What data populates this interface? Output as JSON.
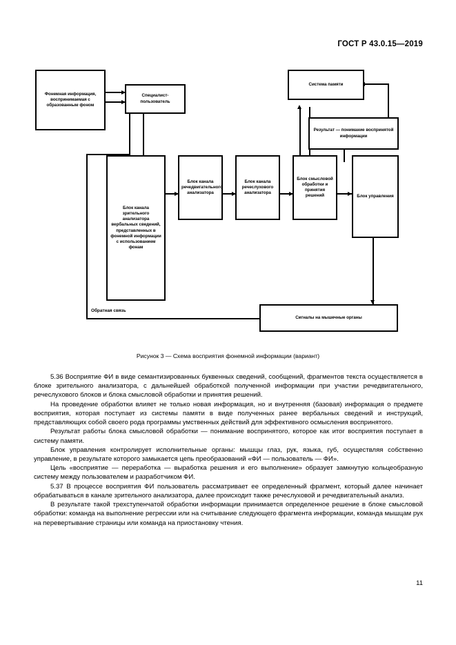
{
  "header": {
    "standard_id": "ГОСТ Р 43.0.15—2019"
  },
  "figure": {
    "caption": "Рисунок 3 — Схема восприятия фонемной информации (вариант)",
    "feedback_label": "Обратная связь",
    "nodes": [
      {
        "id": "phonemic-info",
        "label": "Фонемная информация, воспринимаемая с образованным фоном"
      },
      {
        "id": "specialist-user",
        "label": "Специалист-пользователь"
      },
      {
        "id": "memory-system",
        "label": "Система памяти"
      },
      {
        "id": "result-understanding",
        "label": "Результат — понимание воспринятой информации"
      },
      {
        "id": "visual-analyzer",
        "label": "Блок канала зрительного анализатора вербальных сведений, представленных в фонемной информации с использованием фонам"
      },
      {
        "id": "speech-motor",
        "label": "Блок канала речедвигательного анализатора"
      },
      {
        "id": "speech-auditory",
        "label": "Блок канала речеслухового анализатора"
      },
      {
        "id": "semantic-processing",
        "label": "Блок смысловой обработки и принятия решений"
      },
      {
        "id": "control-block",
        "label": "Блок управления"
      },
      {
        "id": "muscle-signals",
        "label": "Сигналы на мышечные органы"
      }
    ]
  },
  "body": {
    "paragraphs": [
      "5.36 Восприятие ФИ в виде семантизированных буквенных сведений, сообщений, фрагментов текста осуществляется в блоке зрительного анализатора, с дальнейшей обработкой полученной информации при участии речедвигательного, речеслухового блоков и блока смысловой обработки и принятия решений.",
      "На проведение обработки влияет не только новая информация, но и внутренняя (базовая) информация о предмете восприятия, которая поступает из системы памяти в виде полученных ранее вербальных сведений и инструкций, представляющих собой своего рода программы умственных действий для эффективного осмысления воспринятого.",
      "Результат работы блока смысловой обработки — понимание воспринятого, которое как итог восприятия поступает в систему памяти.",
      "Блок управления контролирует исполнительные органы: мышцы глаз, рук, языка, губ, осуществляя собственно управление, в результате которого замыкается цепь преобразований «ФИ — пользователь — ФИ».",
      "Цель «восприятие — переработка — выработка решения и его выполнение» образует замкнутую кольцеобразную систему между пользователем и разработчиком ФИ.",
      "5.37 В процессе восприятия ФИ пользователь рассматривает ее определенный фрагмент, который далее начинает обрабатываться в канале зрительного анализатора, далее происходит также речеслуховой и речедвигательный анализ.",
      "В результате такой трехступенчатой обработки информации принимается определенное решение в блоке смысловой обработки: команда на выполнение регрессии или на считывание следующего фрагмента информации, команда мышцам рук на перевертывание страницы или команда на приостановку чтения."
    ]
  },
  "footer": {
    "page_number": "11"
  }
}
